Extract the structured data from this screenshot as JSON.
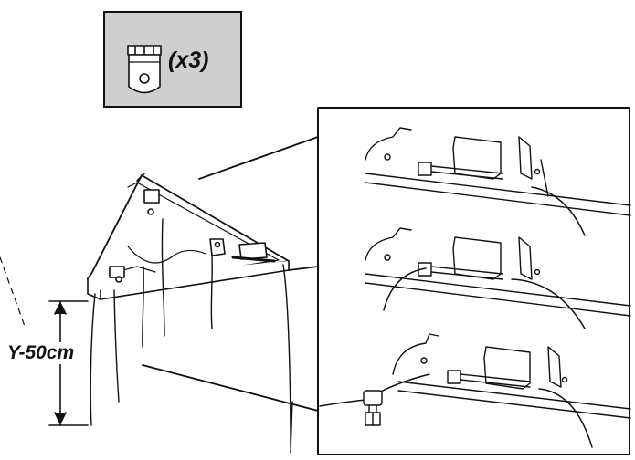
{
  "parts_callout": {
    "quantity_label": "(x3)",
    "icon": "cable-clamp-nut-icon",
    "fill": "#cfcfcf"
  },
  "dimension": {
    "label": "Y-50cm"
  },
  "detail_views": {
    "count": 3
  },
  "colors": {
    "line": "#111111",
    "background": "#ffffff"
  }
}
